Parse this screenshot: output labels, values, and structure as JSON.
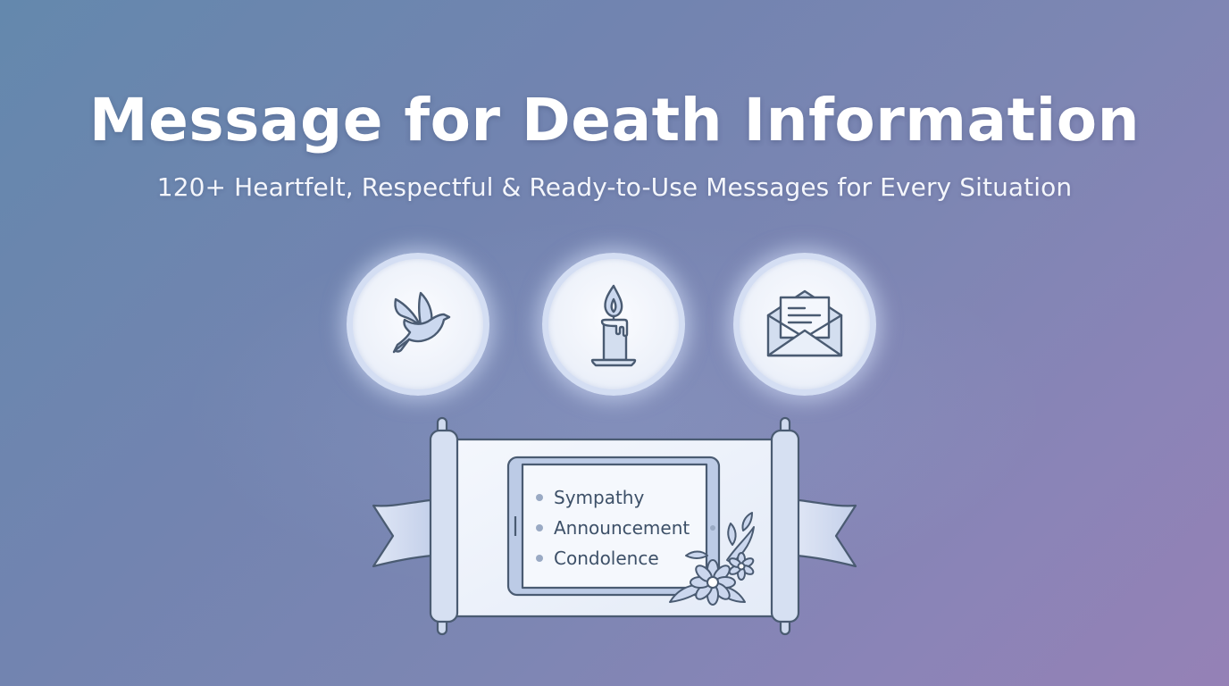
{
  "header": {
    "title": "Message for Death Information",
    "subtitle": "120+ Heartfelt, Respectful & Ready-to-Use Messages for Every Situation"
  },
  "icons": [
    {
      "name": "dove-icon",
      "label": "Dove"
    },
    {
      "name": "candle-icon",
      "label": "Candle"
    },
    {
      "name": "envelope-icon",
      "label": "Open envelope with letter"
    }
  ],
  "scroll": {
    "list_items": [
      {
        "label": "Sympathy"
      },
      {
        "label": "Announcement"
      },
      {
        "label": "Condolence"
      }
    ],
    "decoration": "flower-icon"
  },
  "colors": {
    "background_start": "#6488ad",
    "background_end": "#9581b6",
    "title_text": "#ffffff",
    "icon_stroke": "#4a5b72",
    "icon_fill": "#c9d6ee",
    "circle_bg": "#f3f6fc",
    "list_text": "#3d5068"
  }
}
